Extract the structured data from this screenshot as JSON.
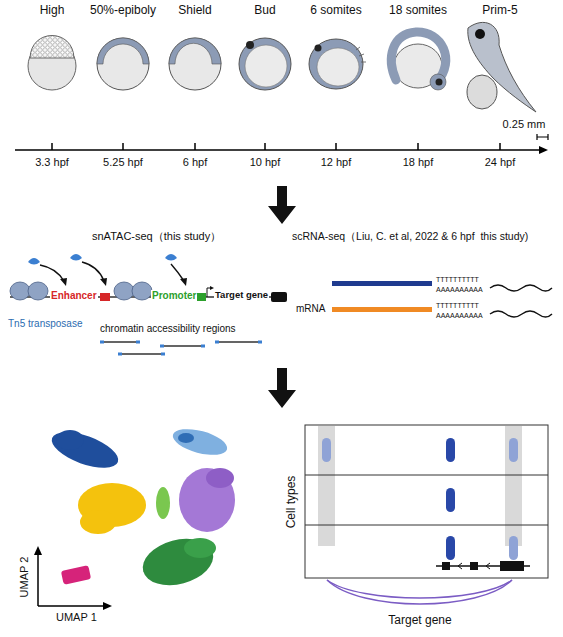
{
  "diagram": {
    "labels": [
      "High",
      "50%-epiboly",
      "Shield",
      "Bud",
      "6 somites",
      "18 somites",
      "Prim-5",
      "0.25 mm",
      "3.3 hpf",
      "5.25 hpf",
      "6 hpf",
      "10 hpf",
      "12 hpf",
      "18 hpf",
      "24 hpf",
      "snATAC-seq（this study）",
      "scRNA-seq（Liu, C. et al, 2022 & 6 hpf  this study)",
      "Tn5 transposase",
      "Enhancer",
      "Promoter",
      "Target gene",
      "chromatin accessibility regions",
      "mRNA",
      "TTTTTTTTTT",
      "AAAAAAAAAA",
      "TTTTTTTTTT",
      "AAAAAAAAAA",
      "UMAP 2",
      "UMAP 1",
      "Cell types",
      "Target gene"
    ]
  }
}
